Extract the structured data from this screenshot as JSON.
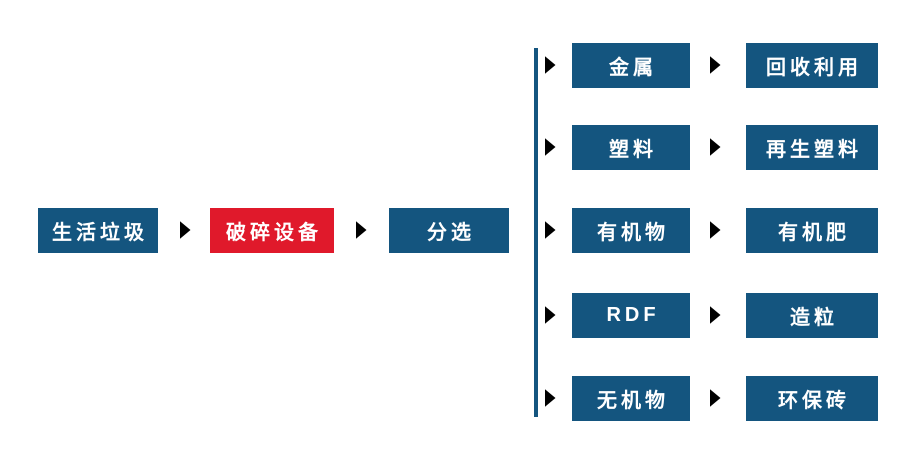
{
  "colors": {
    "node_blue": "#14557F",
    "node_red": "#E0192B",
    "arrow": "#14557F",
    "label_text": "#FFFFFF",
    "background": "#FFFFFF"
  },
  "icons": {
    "arrow_right": "→"
  },
  "flow": {
    "source": {
      "label": "生活垃圾"
    },
    "crusher": {
      "label": "破碎设备"
    },
    "sorter": {
      "label": "分选"
    },
    "branches": [
      {
        "category": "金属",
        "outcome": "回收利用"
      },
      {
        "category": "塑料",
        "outcome": "再生塑料"
      },
      {
        "category": "有机物",
        "outcome": "有机肥"
      },
      {
        "category": "RDF",
        "outcome": "造粒"
      },
      {
        "category": "无机物",
        "outcome": "环保砖"
      }
    ]
  }
}
